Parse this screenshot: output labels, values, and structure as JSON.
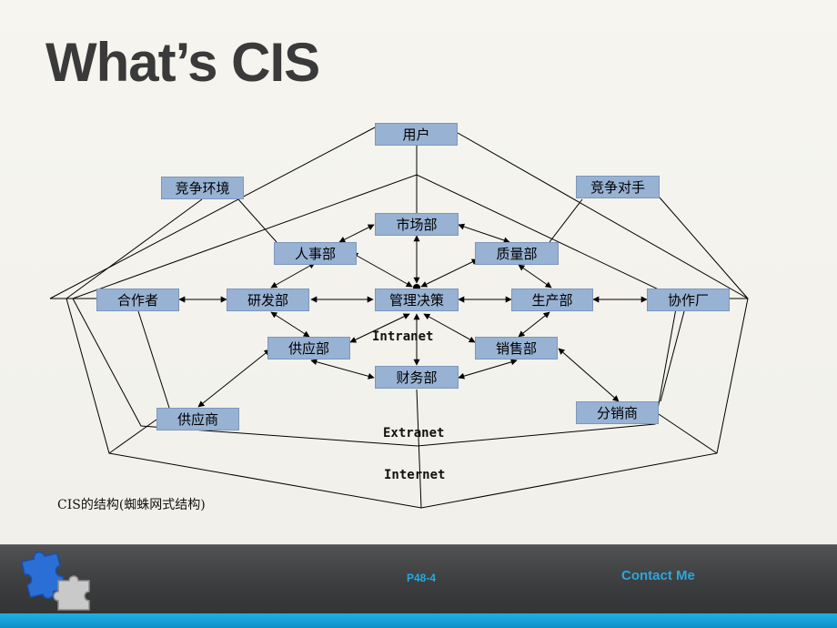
{
  "title": "What’s CIS",
  "nodes": {
    "users": "用户",
    "env": "竞争环境",
    "rival": "竞争对手",
    "market": "市场部",
    "hr": "人事部",
    "quality": "质量部",
    "partner": "合作者",
    "rnd": "研发部",
    "mgmt": "管理决策",
    "production": "生产部",
    "coop": "协作厂",
    "supply_dept": "供应部",
    "sales": "销售部",
    "finance": "财务部",
    "supplier": "供应商",
    "distributor": "分销商"
  },
  "labels": {
    "intranet": "Intranet",
    "extranet": "Extranet",
    "internet": "Internet"
  },
  "caption": "CIS的结构(蜘蛛网式结构)",
  "footer": {
    "page": "P48-4",
    "contact": "Contact Me"
  },
  "colors": {
    "node_fill": "#98b2d3",
    "accent": "#2aa7de",
    "footer_bg": "#3b3c3d"
  }
}
